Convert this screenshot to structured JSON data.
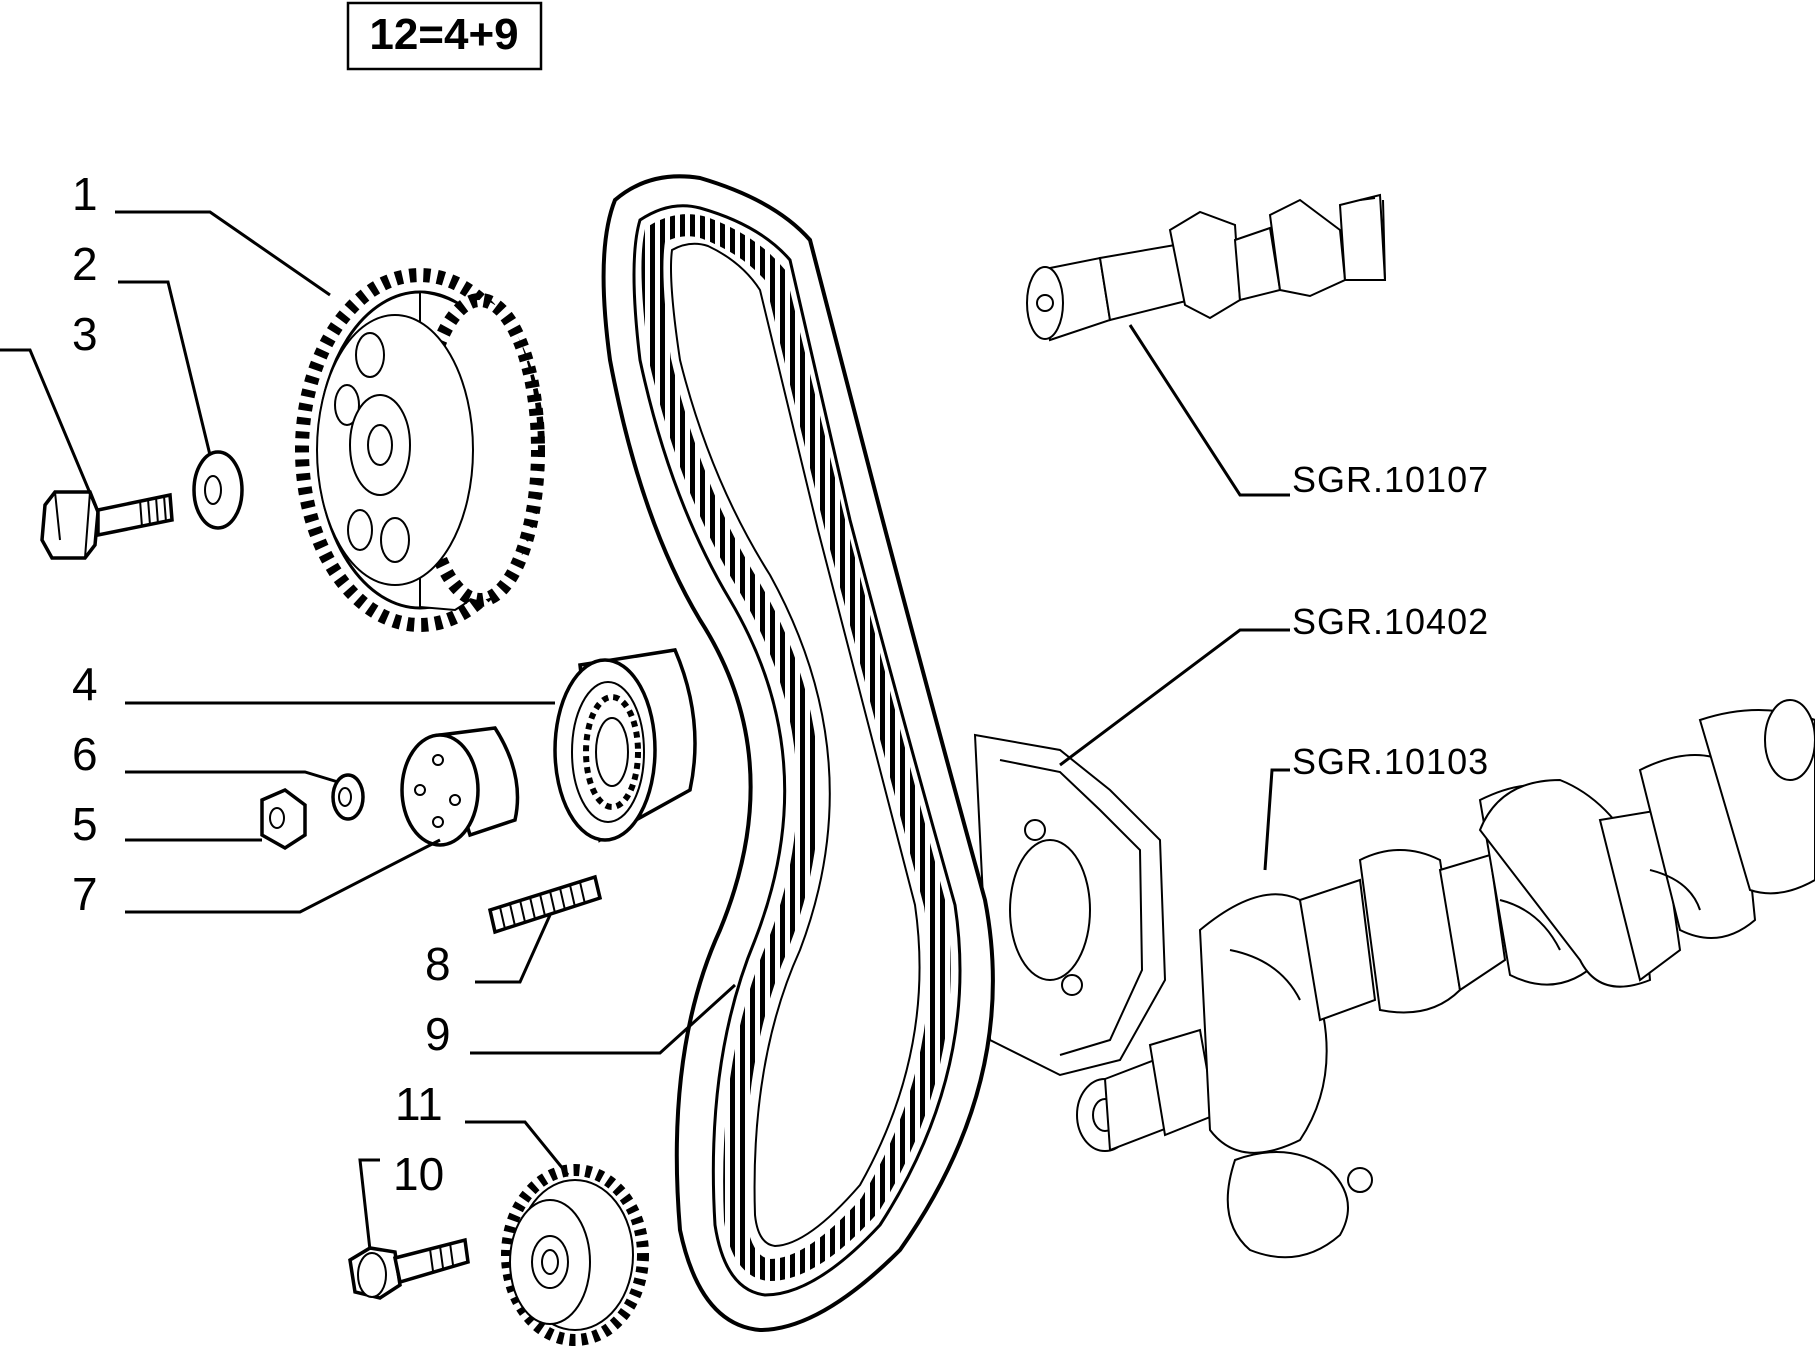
{
  "kit_box": {
    "formula": "12=4+9"
  },
  "callouts": [
    {
      "id": "1",
      "label": "1"
    },
    {
      "id": "2",
      "label": "2"
    },
    {
      "id": "3",
      "label": "3"
    },
    {
      "id": "4",
      "label": "4"
    },
    {
      "id": "6",
      "label": "6"
    },
    {
      "id": "5",
      "label": "5"
    },
    {
      "id": "7",
      "label": "7"
    },
    {
      "id": "8",
      "label": "8"
    },
    {
      "id": "9",
      "label": "9"
    },
    {
      "id": "11",
      "label": "11"
    },
    {
      "id": "10",
      "label": "10"
    }
  ],
  "references": [
    {
      "id": "camshaft",
      "label": "SGR.10107"
    },
    {
      "id": "pump",
      "label": "SGR.10402"
    },
    {
      "id": "crankshaft",
      "label": "SGR.10103"
    }
  ]
}
